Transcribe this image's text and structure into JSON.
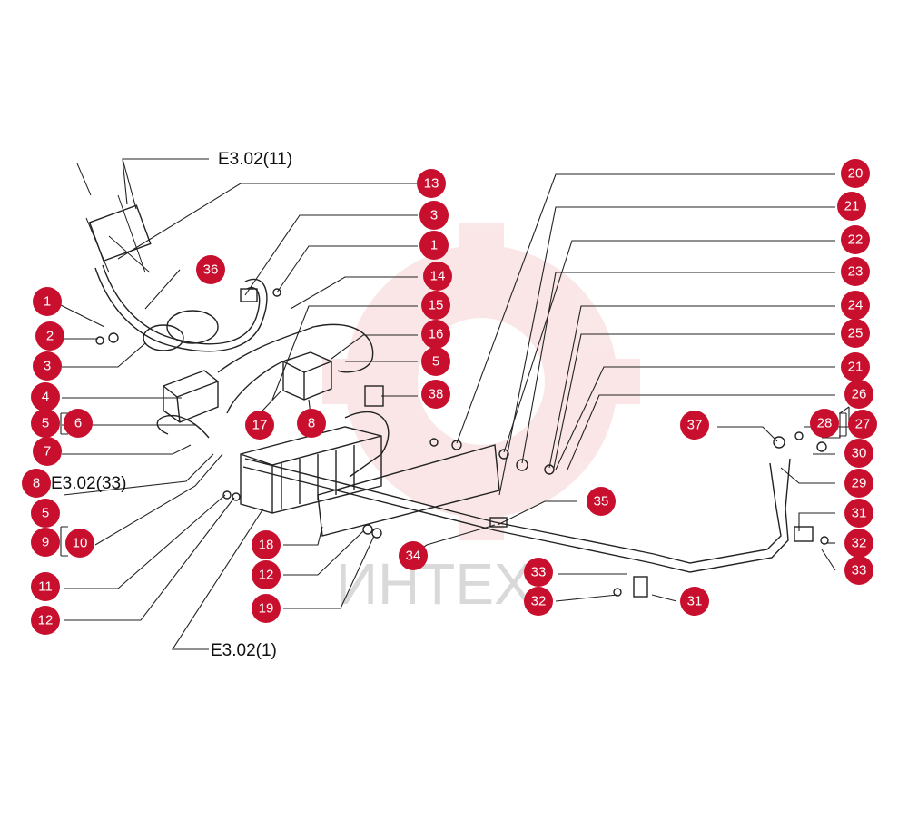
{
  "colors": {
    "callout": "#c8102e",
    "line": "#222222",
    "watermark": "#f2b9b9"
  },
  "watermark": {
    "text": "ИНТЕХ"
  },
  "references": {
    "top": "E3.02(11)",
    "left": "E3.02(33)",
    "bottom": "E3.02(1)"
  },
  "callouts": {
    "c1": "1",
    "c2": "2",
    "c3": "3",
    "c4": "4",
    "c5": "5",
    "c6": "6",
    "c7": "7",
    "c8": "8",
    "c9": "9",
    "c10": "10",
    "c11": "11",
    "c12": "12",
    "c13": "13",
    "c14": "14",
    "c15": "15",
    "c16": "16",
    "c17": "17",
    "c18": "18",
    "c19": "19",
    "c20": "20",
    "c21": "21",
    "c22": "22",
    "c23": "23",
    "c24": "24",
    "c25": "25",
    "c26": "26",
    "c27": "27",
    "c28": "28",
    "c29": "29",
    "c30": "30",
    "c31": "31",
    "c32": "32",
    "c33": "33",
    "c34": "34",
    "c35": "35",
    "c36": "36",
    "c37": "37",
    "c38": "38"
  }
}
